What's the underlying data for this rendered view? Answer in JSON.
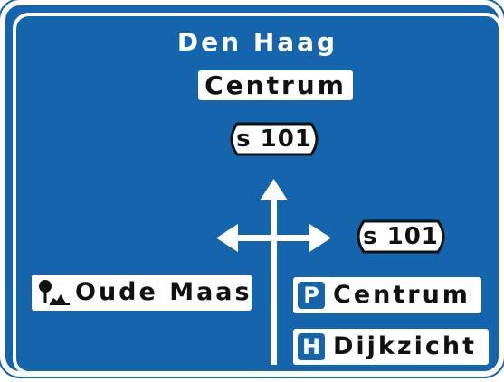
{
  "sign": {
    "top_destination": "Den Haag",
    "top_panel": "Centrum",
    "top_route": "s 101",
    "right_route": "s 101",
    "left_destination": "Oude Maas",
    "left_icon": "nature-area-icon",
    "right_panel_1": "Centrum",
    "right_panel_1_symbol": "P",
    "right_panel_2": "Dijkzicht",
    "right_panel_2_symbol": "H",
    "colors": {
      "background": "#1565ad",
      "foreground": "#ffffff",
      "panel_text": "#111111"
    }
  }
}
